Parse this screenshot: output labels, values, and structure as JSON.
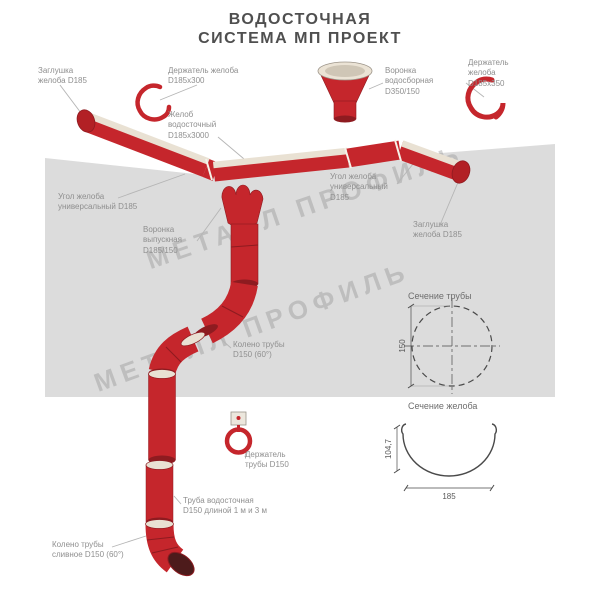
{
  "title": {
    "line1": "ВОДОСТОЧНАЯ",
    "line2": "СИСТЕМА МП ПРОЕКТ"
  },
  "watermark": {
    "text": "МЕТАЛЛ ПРОФИЛЬ"
  },
  "colors": {
    "red": "#c5262c",
    "red_dark": "#8e1b20",
    "cream": "#e9e1d3",
    "plane_gray": "#dcdcdc",
    "label_gray": "#8f8f8f",
    "title_gray": "#4f4f4f"
  },
  "labels": [
    {
      "text": "Заглушка\nжелоба D185"
    },
    {
      "text": "Держатель желоба\nD185х300"
    },
    {
      "text": "Воронка\nводосборная\nD350/150"
    },
    {
      "text": "Держатель\nжелоба\nD185х350"
    },
    {
      "text": "Желоб\nводосточный\nD185х3000"
    },
    {
      "text": "Угол желоба\nуниверсальный D185"
    },
    {
      "text": "Угол желоба\nуниверсальный\nD185"
    },
    {
      "text": "Заглушка\nжелоба D185"
    },
    {
      "text": "Воронка\nвыпускная\nD185/150"
    },
    {
      "text": "Колено трубы\nD150 (60°)"
    },
    {
      "text": "Держатель\nтрубы D150"
    },
    {
      "text": "Труба водосточная\nD150 длиной 1 м и 3 м"
    },
    {
      "text": "Колено трубы\nсливное D150 (60°)"
    }
  ],
  "sections": {
    "pipe": {
      "title": "Сечение трубы",
      "diameter": "150"
    },
    "gutter": {
      "title": "Сечение желоба",
      "height": "104,7",
      "width": "185"
    }
  }
}
